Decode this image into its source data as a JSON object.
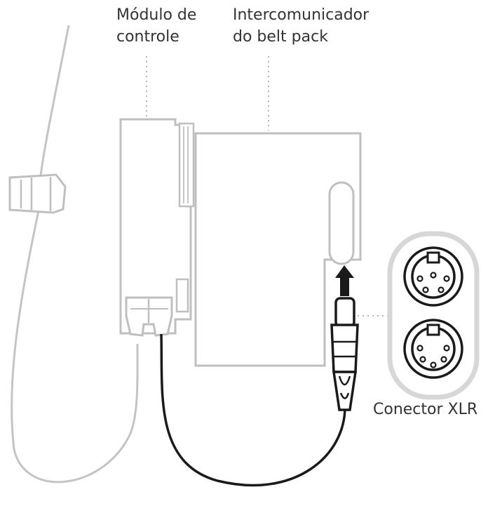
{
  "labels": {
    "control_module": [
      "Módulo de",
      "controle"
    ],
    "intercom": [
      "Intercomunicador",
      "do belt pack"
    ],
    "xlr_connector": "Conector XLR"
  },
  "colors": {
    "outline": "#bfbfbf",
    "cable_dark": "#1a1a1a",
    "leader": "#b5b5b5",
    "text": "#333333",
    "callout_border": "#d7d7d7"
  }
}
